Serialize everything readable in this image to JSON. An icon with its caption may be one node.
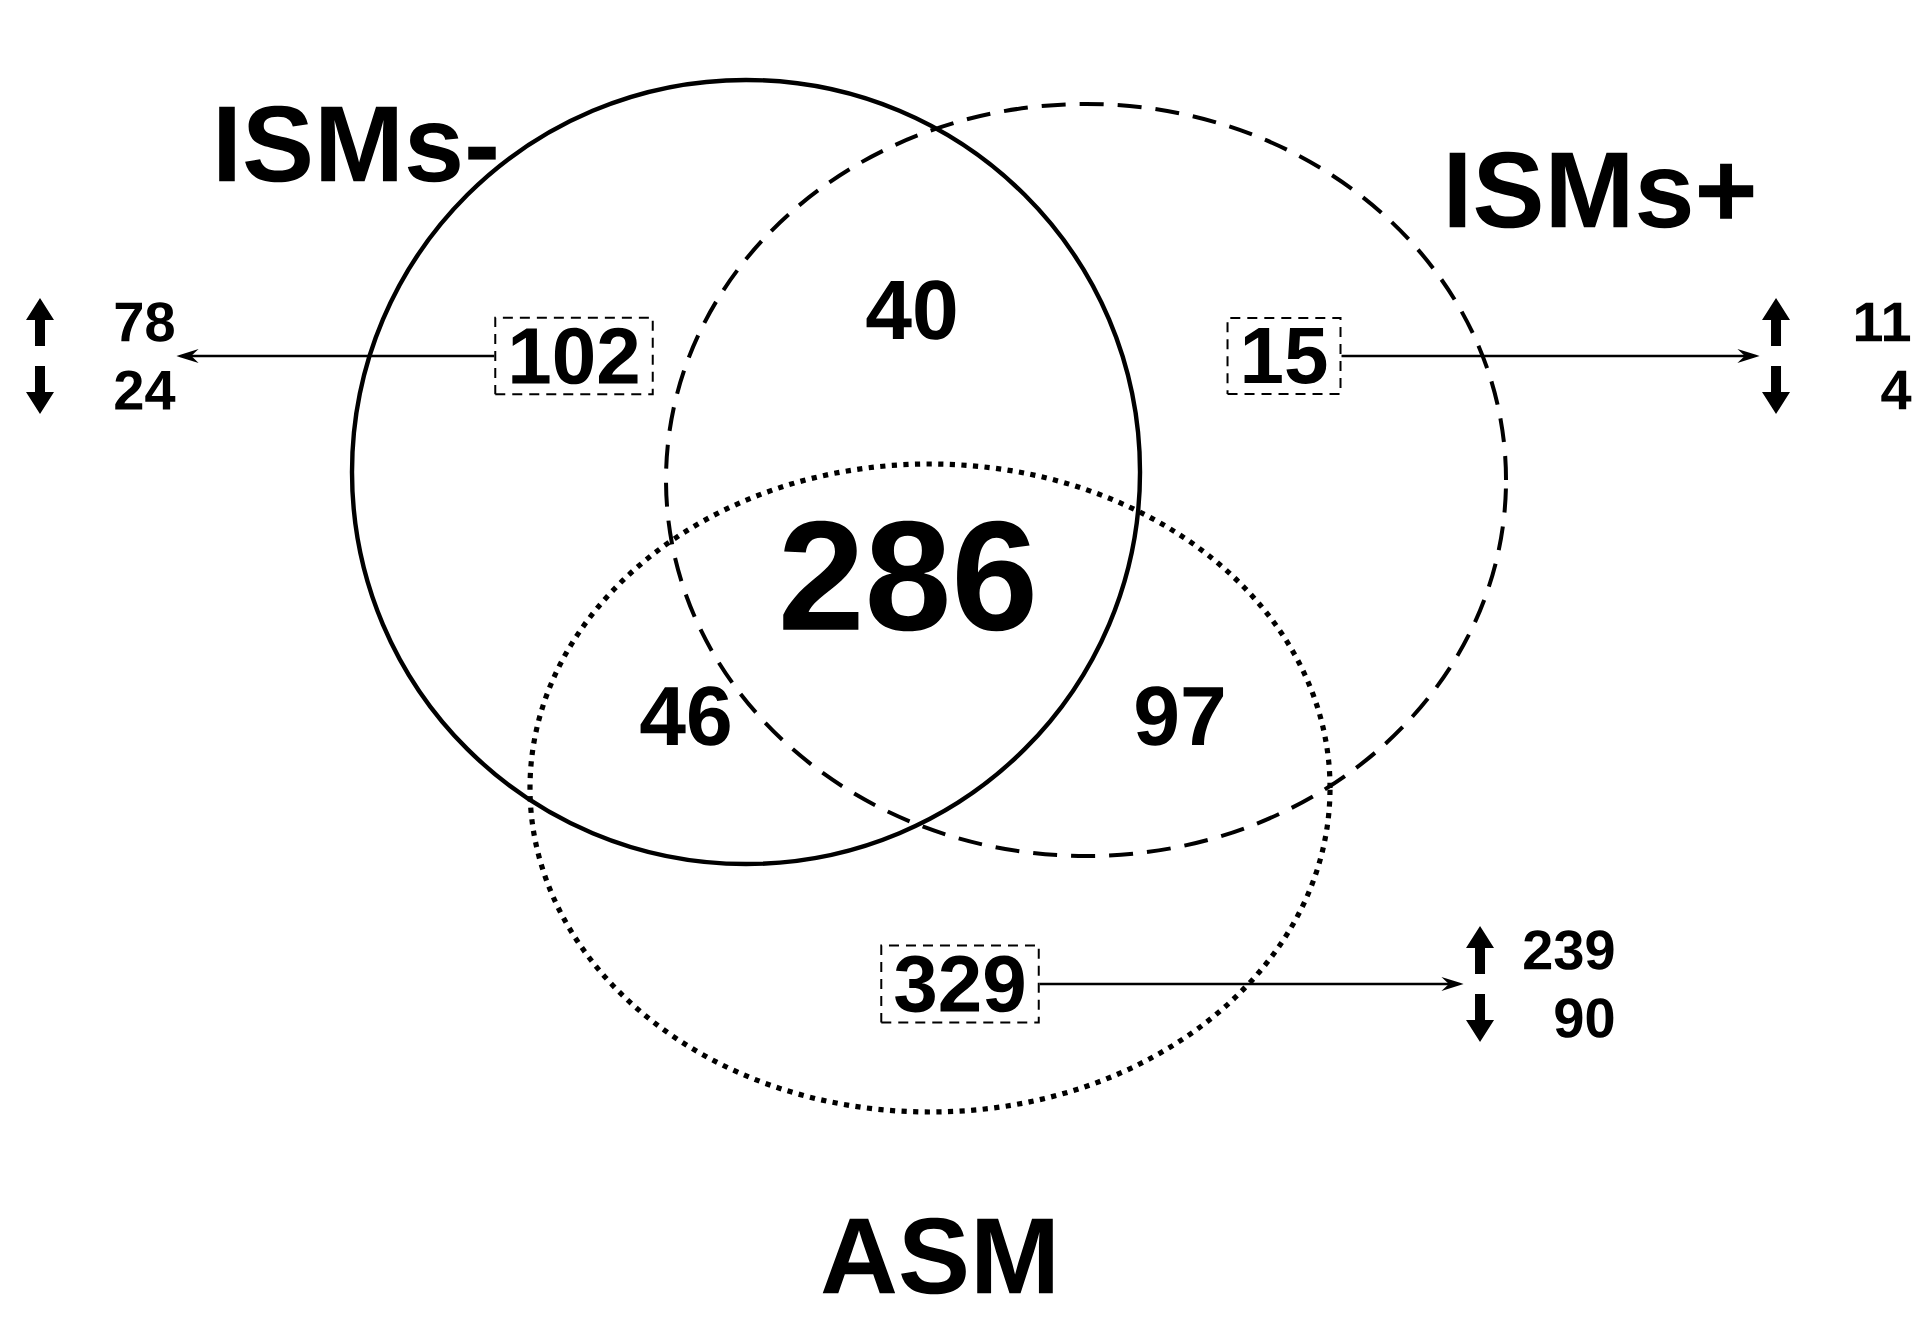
{
  "diagram": {
    "nodes": [
      {
        "text": [
          "ISMs-"
        ]
      },
      {
        "text": [
          "ISMs+"
        ]
      },
      {
        "text": [
          "ASM"
        ]
      },
      {
        "text": [
          "102"
        ],
        "in": 0
      },
      {
        "text": [
          "15"
        ],
        "in": 1
      },
      {
        "text": [
          "329"
        ],
        "in": 2
      },
      {
        "text": [
          "78",
          "24"
        ]
      },
      {
        "text": [
          "11",
          "4"
        ]
      },
      {
        "text": [
          "239",
          "90"
        ]
      }
    ],
    "edges": [
      {
        "from": 3,
        "to": 6,
        "arrow": "to"
      },
      {
        "from": 4,
        "to": 7,
        "arrow": "to"
      },
      {
        "from": 5,
        "to": 8,
        "arrow": "to"
      }
    ],
    "labels": [
      "40",
      "286",
      "46",
      "97"
    ]
  }
}
